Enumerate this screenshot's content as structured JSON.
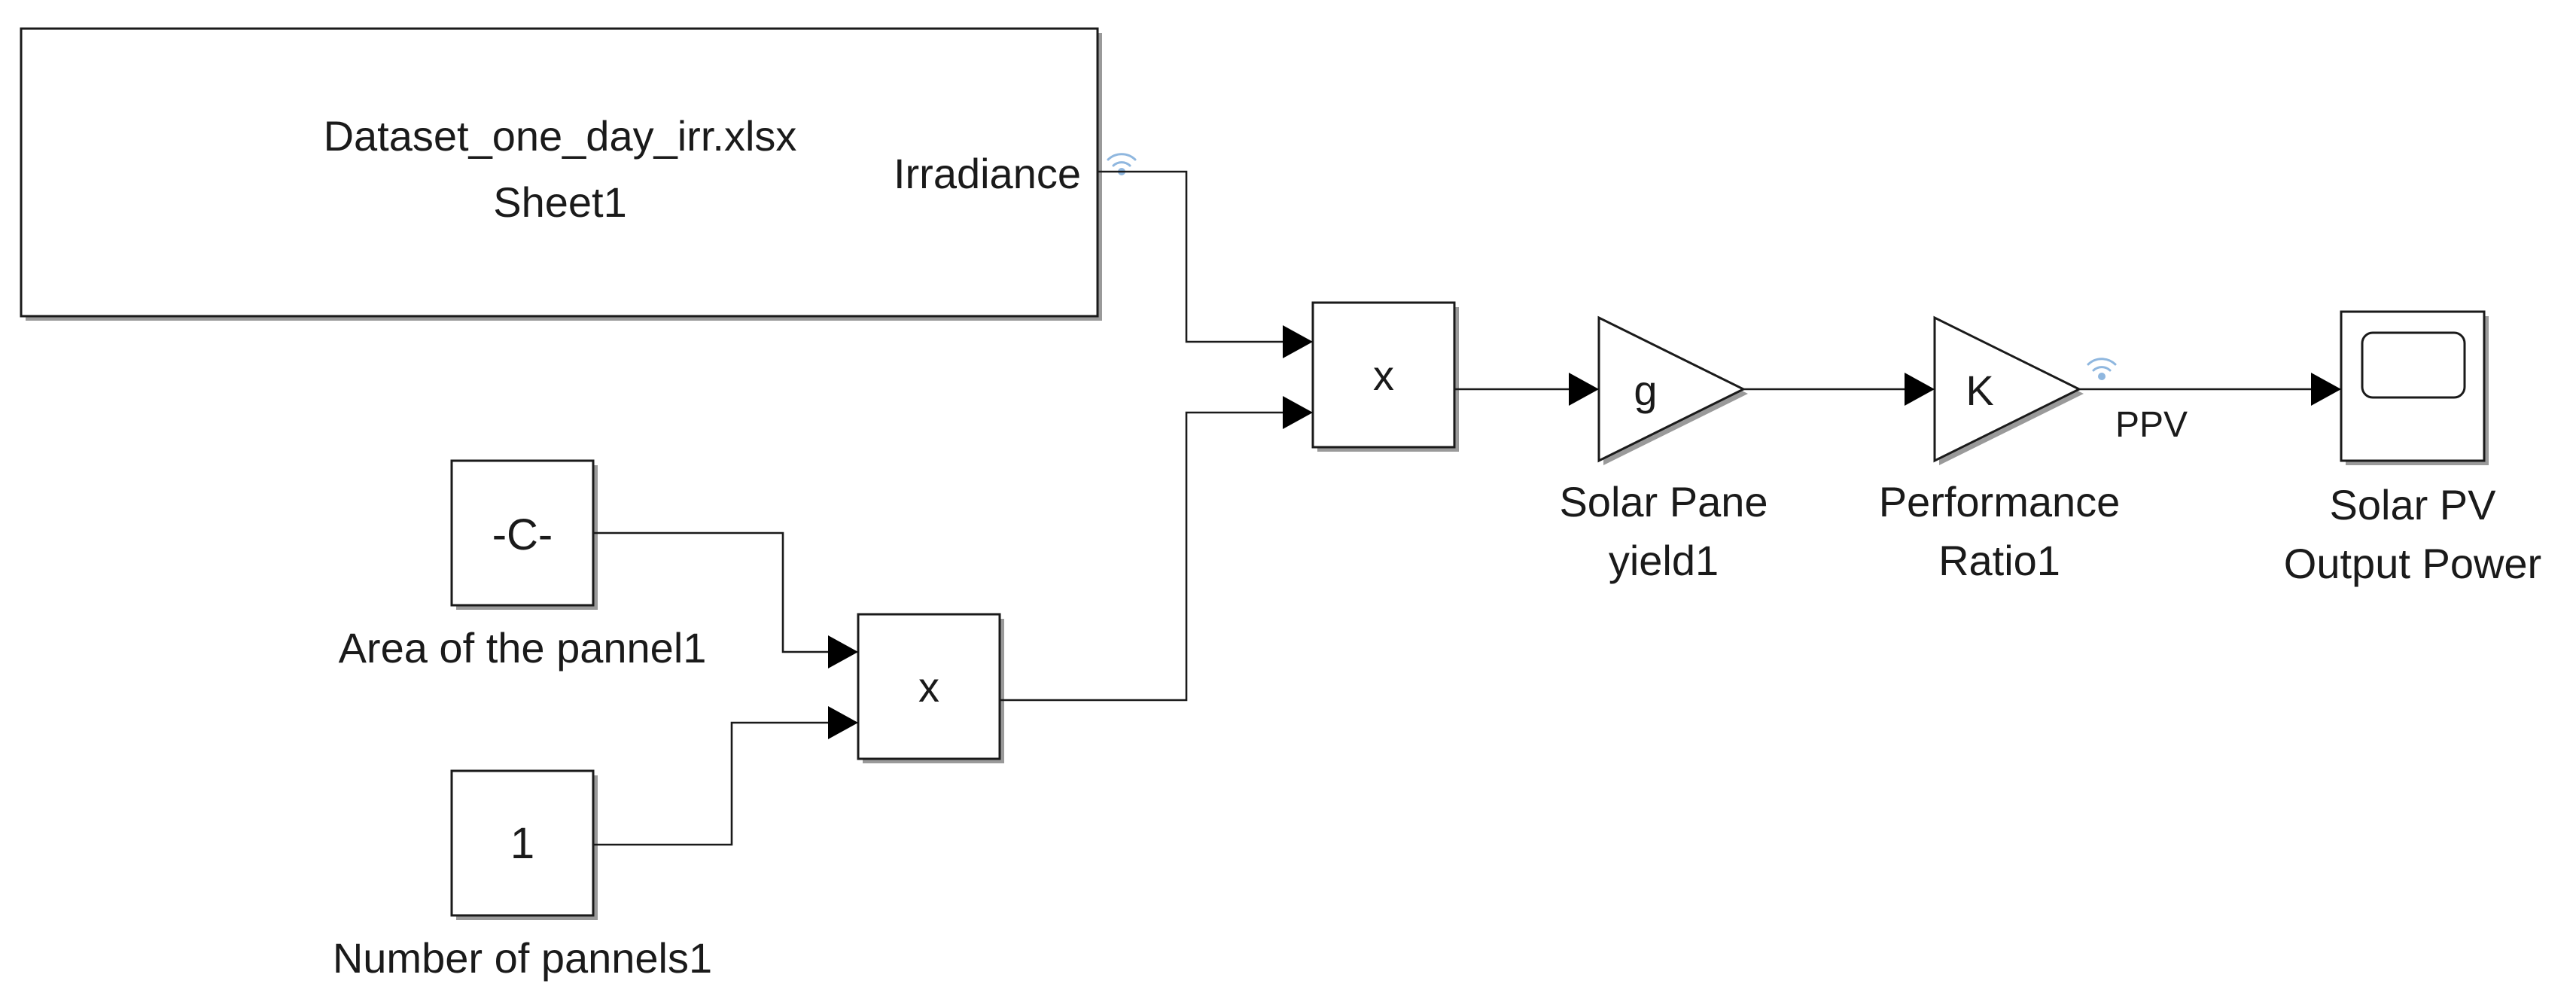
{
  "blocks": {
    "from_spreadsheet": {
      "filename": "Dataset_one_day_irr.xlsx",
      "sheet": "Sheet1",
      "port_label": "Irradiance"
    },
    "constant_area": {
      "glyph": "-C-",
      "label": "Area of the pannel1"
    },
    "constant_count": {
      "glyph": "1",
      "label": "Number of pannels1"
    },
    "product_area_count": {
      "glyph": "x"
    },
    "product_main": {
      "glyph": "x"
    },
    "gain_yield": {
      "glyph": "g",
      "label_line1": "Solar Pane",
      "label_line2": "yield1"
    },
    "gain_ratio": {
      "glyph": "K",
      "label_line1": "Performance",
      "label_line2": "Ratio1"
    },
    "scope": {
      "label_line1": "Solar PV",
      "label_line2": "Output Power"
    }
  },
  "signals": {
    "ppv_label": "PPV"
  },
  "colors": {
    "line": "#1a1a1a",
    "shadow": "#9a9a9a",
    "logging_indicator": "#8fb7df"
  }
}
